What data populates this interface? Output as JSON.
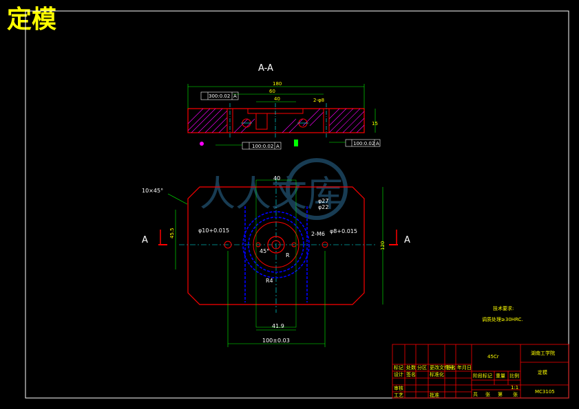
{
  "drawing_title": "定模",
  "section_label": "A-A",
  "section_markers": {
    "left": "A",
    "right": "A"
  },
  "dims": {
    "overall_width_top": "180",
    "inner_width_top": "60",
    "pocket_width": "40",
    "hole_dia_top": "2-φ8",
    "height_right": "15",
    "width_top_plan": "40",
    "chamfer": "10×45°",
    "height_left": "45.5",
    "height_right_plan": "120",
    "hole_left": "φ10+0.015",
    "hole_right": "φ8+0.015",
    "circle_outer": "φ27",
    "circle_inner": "φ22",
    "thread": "2-M6",
    "angle": "45°",
    "r_small": "R4",
    "r_center": "R",
    "bottom_inner": "41.9",
    "bottom_overall": "100±0.03"
  },
  "gd_t": {
    "parallel_top": "300:0.02",
    "datum_top": "A",
    "flat_left": "100:0.02",
    "datum_left": "A",
    "flat_right": "100:0.02",
    "datum_right": "A"
  },
  "tech_notes": {
    "heading": "技术要求:",
    "line1": "调质处理≥30HRC."
  },
  "title_block": {
    "material": "45Cr",
    "school": "湖南工学院",
    "part_name": "定模",
    "drawing_no": "MC3105",
    "rev_header": [
      "标记",
      "处数",
      "分区",
      "更改文件号",
      "签名",
      "年月日"
    ],
    "design_row": [
      "设计",
      "签名",
      "标准化"
    ],
    "stage_headers": [
      "阶段标记",
      "重量",
      "比例"
    ],
    "review": "审核",
    "process": "工艺",
    "approve": "批准",
    "sheet_info": [
      "共",
      "张",
      "第",
      "张"
    ],
    "scale": "1:1"
  },
  "watermark": "人人文库"
}
